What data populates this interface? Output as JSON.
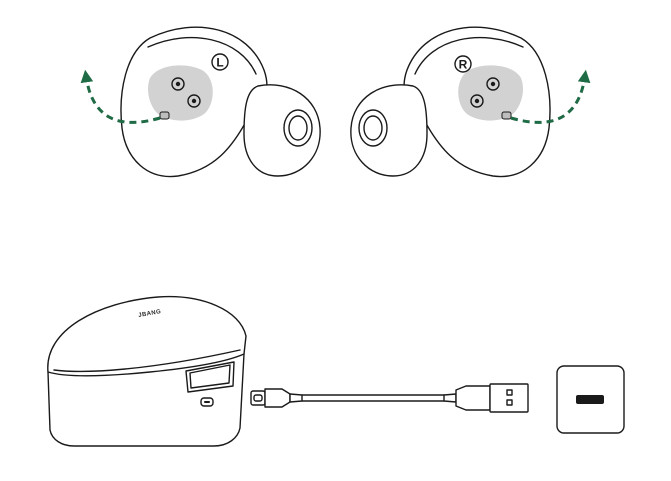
{
  "labels": {
    "left_earbud": "L",
    "right_earbud": "R",
    "case_brand": "JBANG"
  },
  "colors": {
    "line": "#1a1a1a",
    "arrow": "#1f6b45",
    "sensor_pad": "#d2d2d2",
    "background": "#ffffff"
  },
  "icons": [
    "rotation-arrow-icon",
    "usb-c-port-icon",
    "usb-a-plug-icon",
    "power-adapter-icon"
  ]
}
